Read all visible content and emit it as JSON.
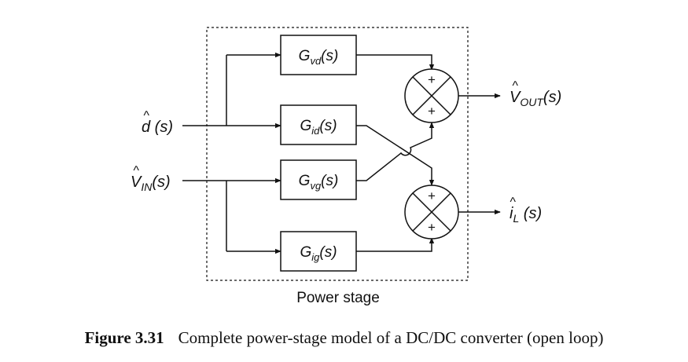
{
  "blocks": {
    "gvd": {
      "base": "G",
      "sub": "vd",
      "arg": "(s)"
    },
    "gid": {
      "base": "G",
      "sub": "id",
      "arg": "(s)"
    },
    "gvg": {
      "base": "G",
      "sub": "vg",
      "arg": "(s)"
    },
    "gig": {
      "base": "G",
      "sub": "ig",
      "arg": "(s)"
    }
  },
  "summers": {
    "top": {
      "sign_top": "+",
      "sign_bottom": "+"
    },
    "bottom": {
      "sign_top": "+",
      "sign_bottom": "+"
    }
  },
  "inputs": {
    "d": {
      "hat": "^",
      "base": "d",
      "sub": "",
      "arg": " (s)"
    },
    "vin": {
      "hat": "^",
      "base": "V",
      "sub": "IN",
      "arg": "(s)"
    }
  },
  "outputs": {
    "vout": {
      "hat": "^",
      "base": "V",
      "sub": "OUT",
      "arg": "(s)"
    },
    "il": {
      "hat": "^",
      "base": "i",
      "sub": "L",
      "arg": " (s)"
    }
  },
  "boundary_label": "Power stage",
  "caption": {
    "figure_number": "Figure 3.31",
    "text": "Complete power-stage model of a DC/DC converter (open loop)"
  }
}
